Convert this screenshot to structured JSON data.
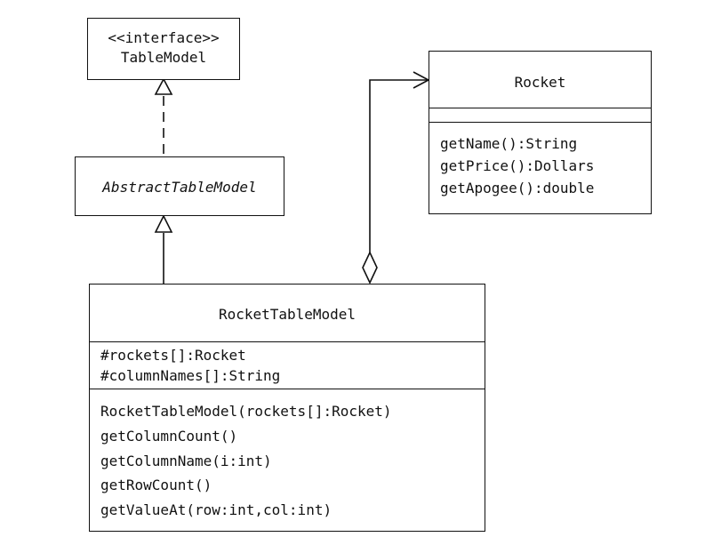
{
  "diagram": {
    "table_model": {
      "stereotype": "<<interface>>",
      "name": "TableModel"
    },
    "abstract_table_model": {
      "name": "AbstractTableModel"
    },
    "rocket": {
      "name": "Rocket",
      "operations": [
        "getName():String",
        "getPrice():Dollars",
        "getApogee():double"
      ]
    },
    "rocket_table_model": {
      "name": "RocketTableModel",
      "attributes": [
        "#rockets[]:Rocket",
        "#columnNames[]:String"
      ],
      "operations": [
        "RocketTableModel(rockets[]:Rocket)",
        "getColumnCount()",
        "getColumnName(i:int)",
        "getRowCount()",
        "getValueAt(row:int,col:int)"
      ]
    }
  }
}
